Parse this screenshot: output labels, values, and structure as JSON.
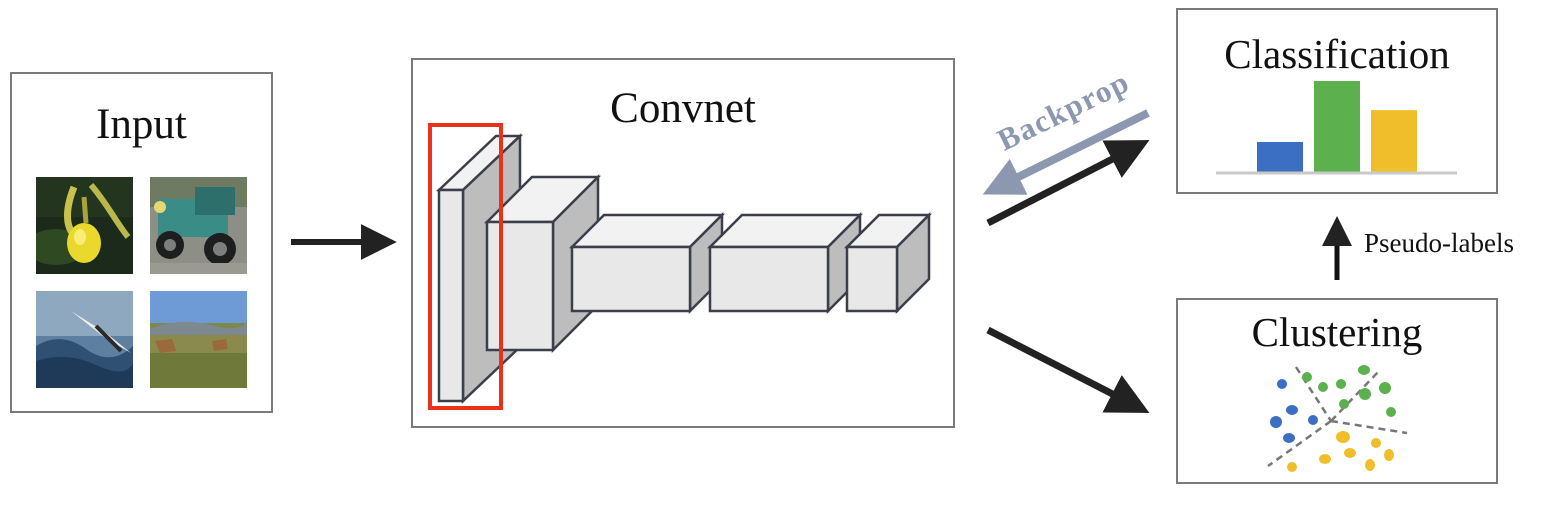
{
  "input": {
    "title": "Input"
  },
  "convnet": {
    "title": "Convnet"
  },
  "classification": {
    "title": "Classification",
    "bar_values": [
      0.33,
      1.0,
      0.68
    ],
    "bar_colors": [
      "#3b6fc4",
      "#5cb04e",
      "#f0be2a"
    ]
  },
  "clustering": {
    "title": "Clustering",
    "cluster_colors": [
      "#3b6fc4",
      "#5cb04e",
      "#f0be2a"
    ]
  },
  "edges": {
    "backprop_label": "Backprop",
    "pseudo_labels_label": "Pseudo-labels"
  },
  "colors": {
    "arrow": "#222222",
    "backprop_arrow": "#8c98b0",
    "highlight": "#e8321c",
    "box_border": "#7a7a7a",
    "cube_face": "#e8e8e8",
    "cube_side": "#bdbdbd",
    "cube_top": "#f2f2f2"
  },
  "icons": [
    "photo-flower",
    "photo-car",
    "photo-bird-waves",
    "photo-deer-field"
  ]
}
